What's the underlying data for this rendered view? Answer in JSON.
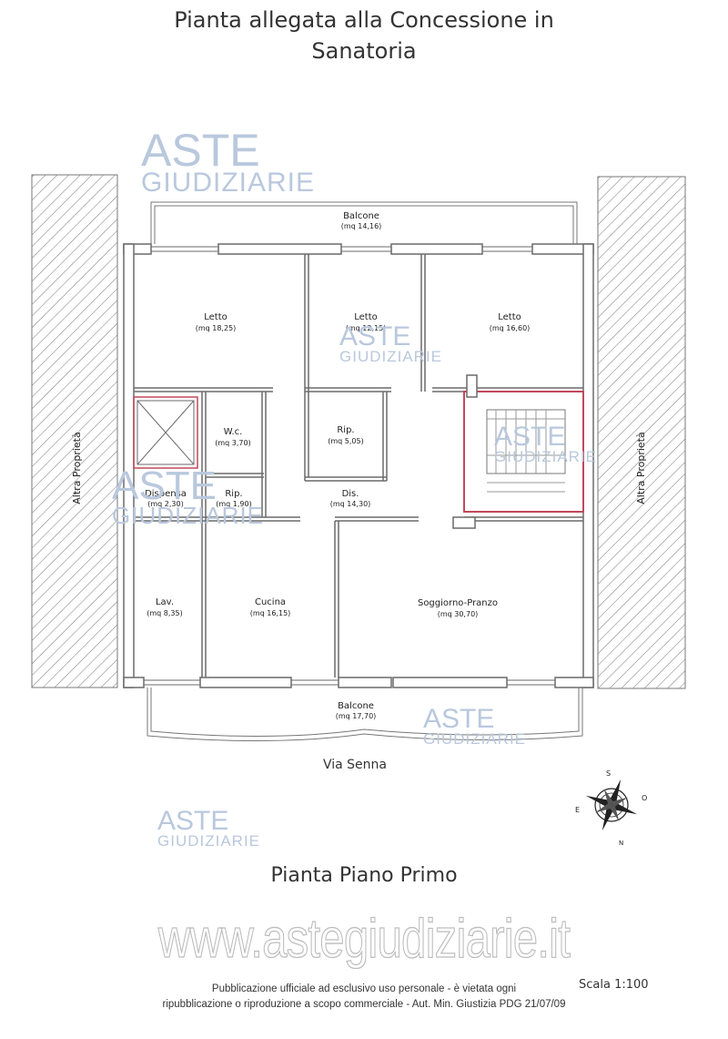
{
  "header": {
    "title_line1": "Pianta allegata alla Concessione in",
    "title_line2": "Sanatoria"
  },
  "rooms": {
    "balcone_top": {
      "name": "Balcone",
      "area": "(mq 14,16)"
    },
    "letto_1": {
      "name": "Letto",
      "area": "(mq 18,25)"
    },
    "letto_2": {
      "name": "Letto",
      "area": "(mq 12,15)"
    },
    "letto_3": {
      "name": "Letto",
      "area": "(mq 16,60)"
    },
    "wc": {
      "name": "W.c.",
      "area": "(mq 3,70)"
    },
    "rip_1": {
      "name": "Rip.",
      "area": "(mq 5,05)"
    },
    "dispensa": {
      "name": "Dispensa",
      "area": "(mq 2,30)"
    },
    "rip_2": {
      "name": "Rip.",
      "area": "(mq 1,90)"
    },
    "dis": {
      "name": "Dis.",
      "area": "(mq 14,30)"
    },
    "lav": {
      "name": "Lav.",
      "area": "(mq 8,35)"
    },
    "cucina": {
      "name": "Cucina",
      "area": "(mq 16,15)"
    },
    "soggiorno": {
      "name": "Soggiorno-Pranzo",
      "area": "(mq 30,70)"
    },
    "balcone_bottom": {
      "name": "Balcone",
      "area": "(mq 17,70)"
    }
  },
  "neighbors": {
    "left": "Altra Proprietà",
    "right": "Altra Proprietà"
  },
  "street": "Via Senna",
  "compass": {
    "n": "N",
    "s": "S",
    "e": "E",
    "o": "O"
  },
  "plan_title": "Pianta Piano Primo",
  "watermark": {
    "line1": "ASTE",
    "line2": "GIUDIZIARIE"
  },
  "website": "www.astegiudiziarie.it",
  "footer": {
    "line1": "Pubblicazione ufficiale ad esclusivo uso personale - è vietata ogni",
    "line2": "ripubblicazione o riproduzione a scopo commerciale - Aut. Min. Giustizia PDG 21/07/09"
  },
  "scale": "Scala 1:100",
  "colors": {
    "wall": "#6a6a6a",
    "stair_outline": "#c0485a",
    "watermark": "#b9c8dd"
  }
}
